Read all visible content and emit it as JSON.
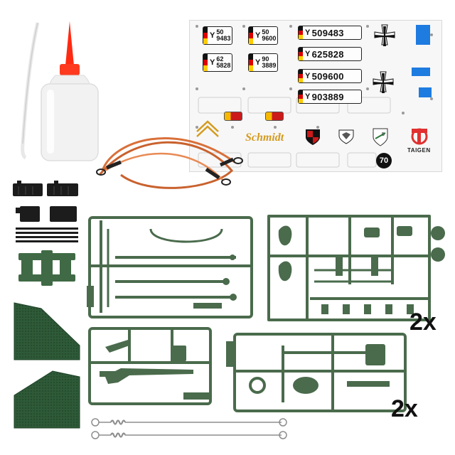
{
  "decal_sheet": {
    "square_plates": [
      {
        "prefix": "Y",
        "top": "50",
        "bottom": "9483"
      },
      {
        "prefix": "Y",
        "top": "50",
        "bottom": "9600"
      },
      {
        "prefix": "Y",
        "top": "62",
        "bottom": "5828"
      },
      {
        "prefix": "Y",
        "top": "90",
        "bottom": "3889"
      }
    ],
    "long_plates": [
      {
        "prefix": "Y",
        "number": "509483"
      },
      {
        "prefix": "Y",
        "number": "625828"
      },
      {
        "prefix": "Y",
        "number": "509600"
      },
      {
        "prefix": "Y",
        "number": "903889"
      }
    ],
    "name_decal": "Schmidt",
    "number_decal": "70",
    "brand": "TAIGEN"
  },
  "multipliers": {
    "upper_sprue": "2x",
    "lower_sprue": "2x"
  },
  "colors": {
    "sprue_green": "#4a6b4c",
    "sprue_dark": "#3a5a3d",
    "bottle_red": "#ff2a12",
    "cable_copper": "#d9703a",
    "decal_gold": "#d49b1f",
    "flag_black": "#111111",
    "flag_red": "#dd0000",
    "flag_gold": "#ffcc00",
    "blue_decal": "#1e7be0"
  },
  "icons": [
    "oil-bottle-icon",
    "tow-cable-icon",
    "iron-cross-icon",
    "tension-spring-icon",
    "mudflap-icon"
  ]
}
